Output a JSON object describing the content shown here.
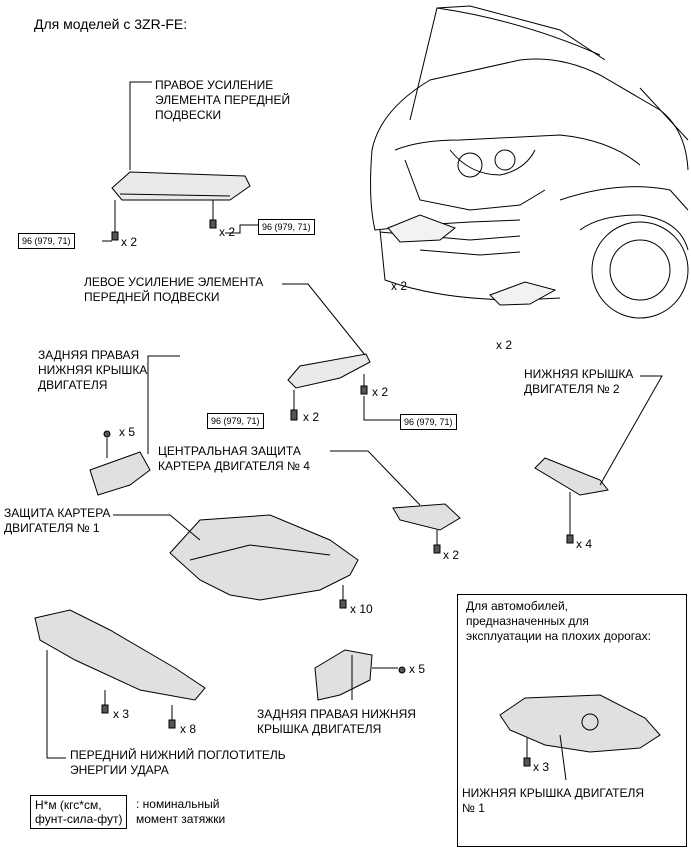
{
  "title": "Для моделей с 3ZR-FE:",
  "parts": {
    "right_reinforcement": "ПРАВОЕ УСИЛЕНИЕ\nЭЛЕМЕНТА ПЕРЕДНЕЙ\nПОДВЕСКИ",
    "left_reinforcement": "ЛЕВОЕ УСИЛЕНИЕ ЭЛЕМЕНТА\nПЕРЕДНЕЙ ПОДВЕСКИ",
    "rear_right_cover_upper": "ЗАДНЯЯ ПРАВАЯ\nНИЖНЯЯ КРЫШКА\nДВИГАТЕЛЯ",
    "lower_cover_2": "НИЖНЯЯ КРЫШКА\nДВИГАТЕЛЯ № 2",
    "center_protection_4": "ЦЕНТРАЛЬНАЯ ЗАЩИТА\nКАРТЕРА ДВИГАТЕЛЯ № 4",
    "crankcase_protection_1": "ЗАЩИТА КАРТЕРА\nДВИГАТЕЛЯ № 1",
    "rear_right_cover_lower": "ЗАДНЯЯ ПРАВАЯ НИЖНЯЯ\nКРЫШКА ДВИГАТЕЛЯ",
    "front_absorber": "ПЕРЕДНИЙ НИЖНИЙ ПОГЛОТИТЕЛЬ\nЭНЕРГИИ УДАРА"
  },
  "torque_spec": "96 (979, 71)",
  "quantities": {
    "x2": "x 2",
    "x3": "x 3",
    "x4": "x 4",
    "x5": "x 5",
    "x8": "x 8",
    "x10": "x 10"
  },
  "inset": {
    "heading": "Для автомобилей,\nпредназначенных для\nэксплуатации на плохих дорогах:",
    "part_label": "НИЖНЯЯ КРЫШКА ДВИГАТЕЛЯ\n№ 1"
  },
  "legend": {
    "unit_box": "Н*м (кгс*см,\nфунт-сила-фут)",
    "description": ": номинальный\nмомент затяжки"
  }
}
